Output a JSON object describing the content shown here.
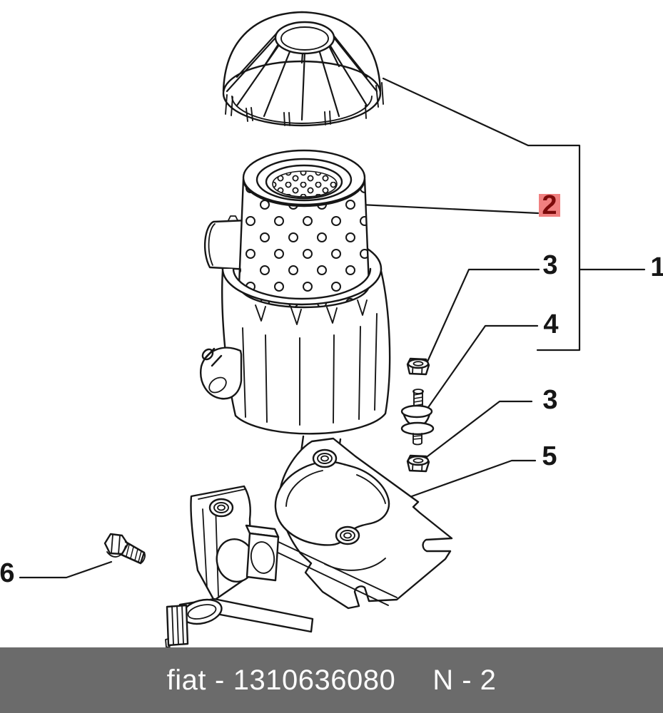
{
  "callouts": {
    "c1": "1",
    "c2": "2",
    "c3a": "3",
    "c4": "4",
    "c3b": "3",
    "c5": "5",
    "c6": "6"
  },
  "highlighted_callout": "2",
  "footer": {
    "brand": "fiat",
    "separator": "-",
    "part_number": "1310636080",
    "page_ref": "N - 2"
  },
  "colors": {
    "line": "#161616",
    "background": "#ffffff",
    "footer_bar": "#6b6b6b",
    "footer_text": "#fdfdfd",
    "highlight_bg": "#f08080",
    "highlight_text": "#7c0a0a"
  }
}
